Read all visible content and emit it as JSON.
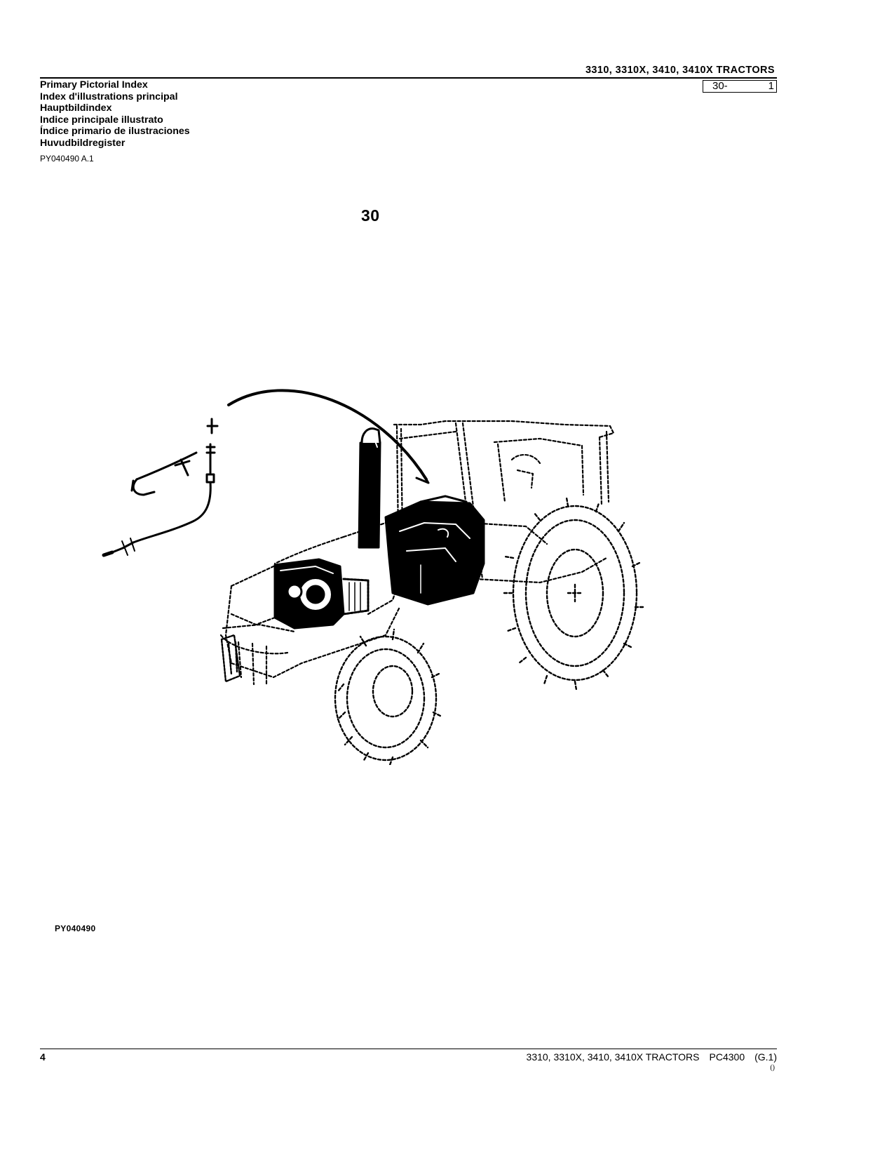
{
  "header": {
    "title": "3310,  3310X,  3410,  3410X  TRACTORS",
    "section": "30-",
    "page": "1"
  },
  "titles": [
    "Primary Pictorial Index",
    "Index d'illustrations principal",
    "Hauptbildindex",
    "Indice principale illustrato",
    "Índice primario de ilustraciones",
    "Huvudbildregister"
  ],
  "reference": "PY040490 A.1",
  "group_number": "30",
  "illustration": {
    "subject": "tractor-with-engine-and-throttle-cable",
    "code": "PY040490"
  },
  "footer": {
    "page_number": "4",
    "model": "3310, 3310X, 3410, 3410X TRACTORS",
    "catalog": "PC4300",
    "revision": "(G.1)",
    "mark": "()"
  }
}
